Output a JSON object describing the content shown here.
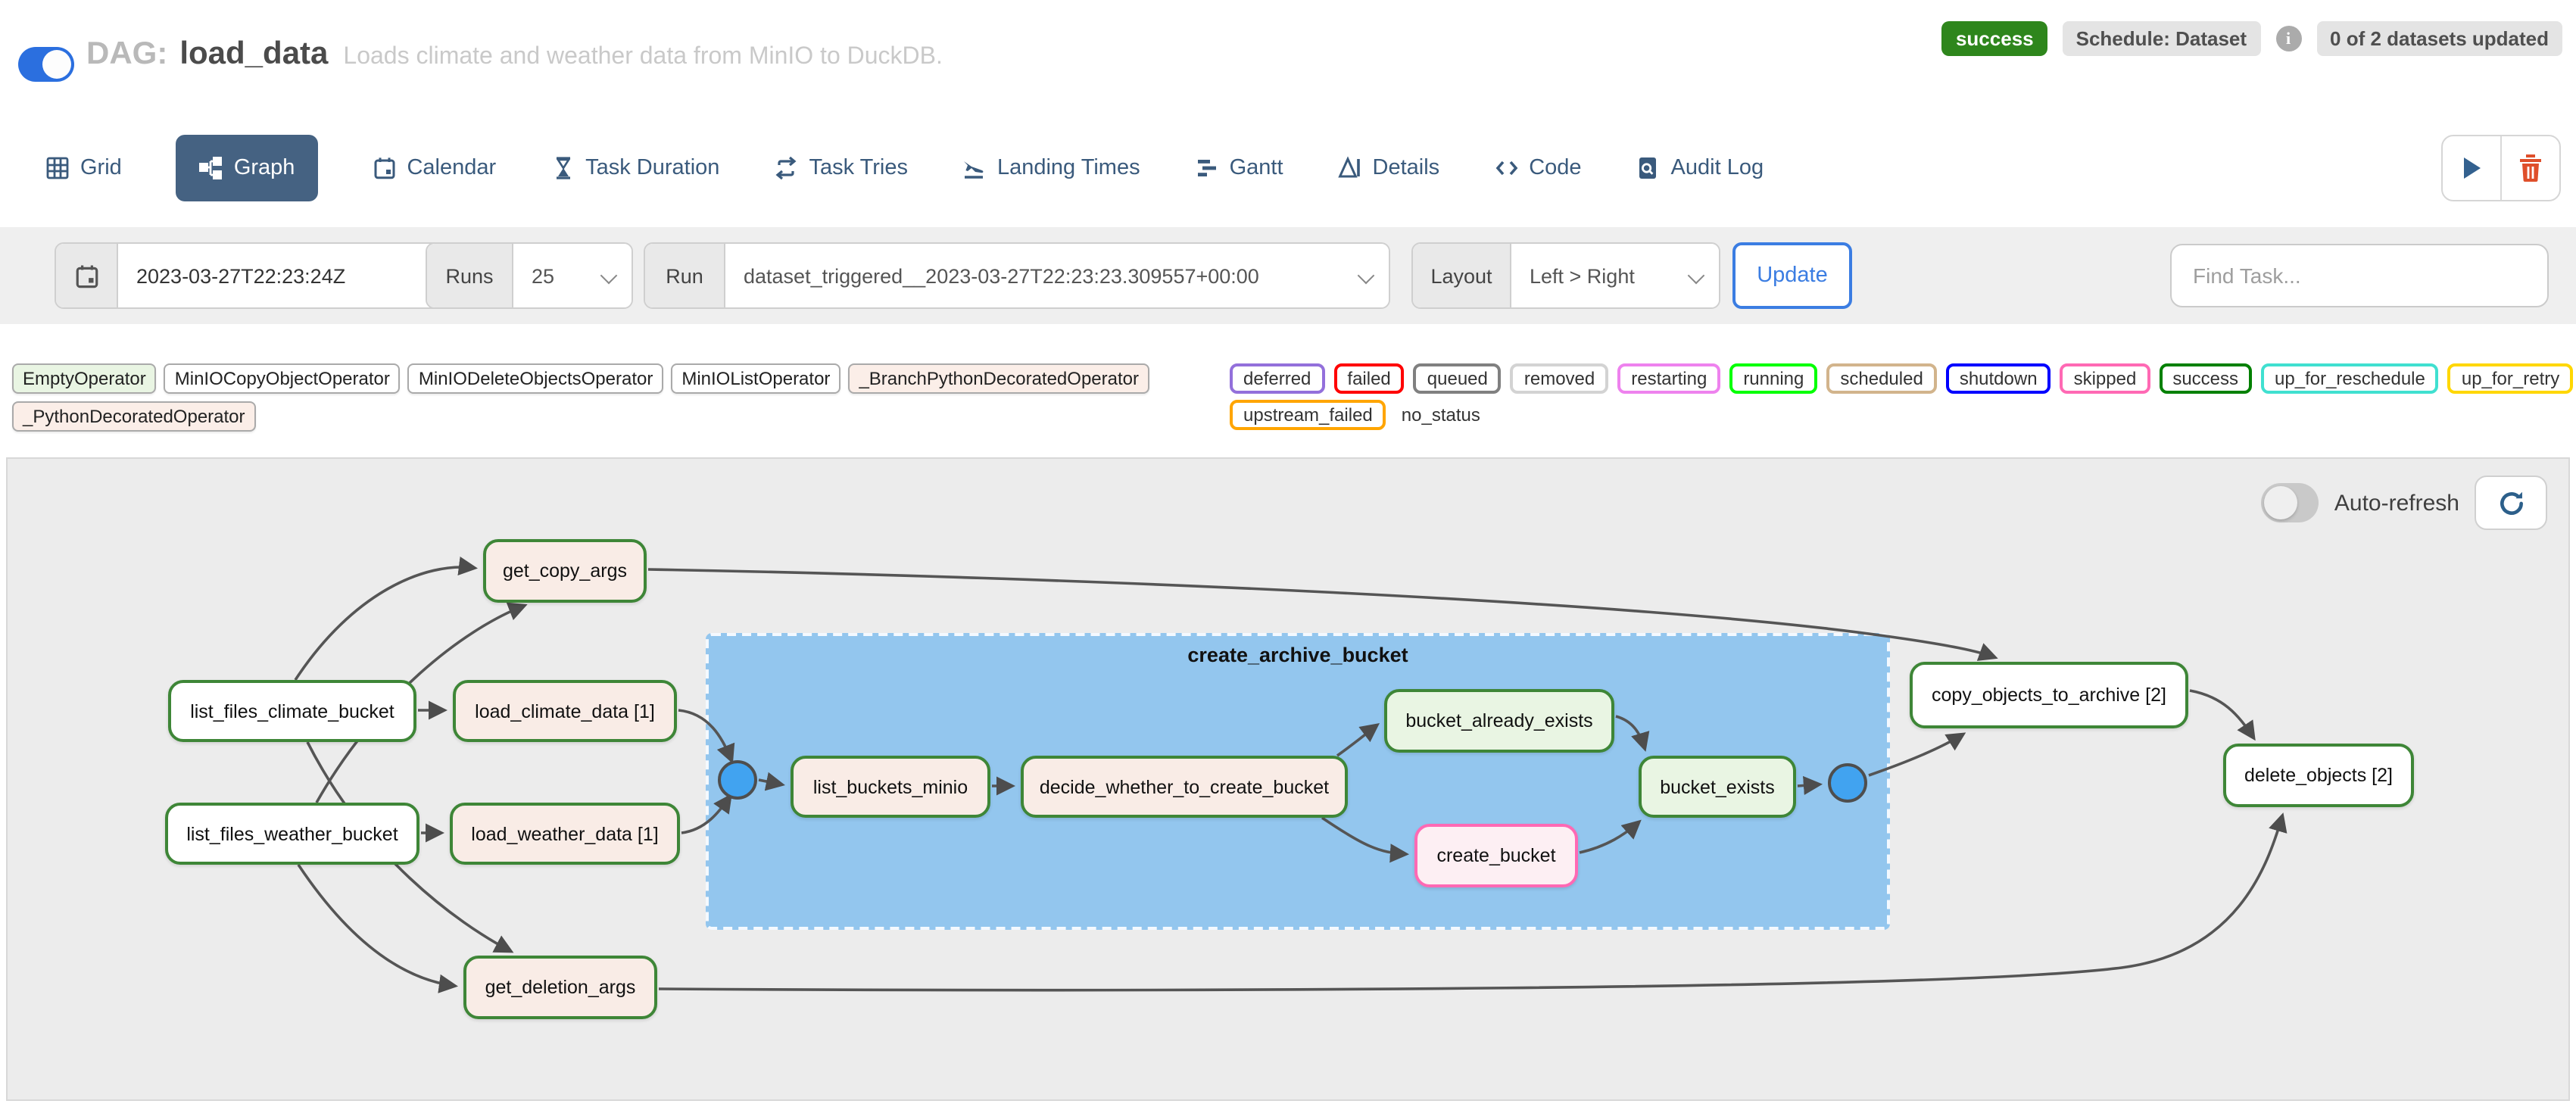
{
  "header": {
    "dag_prefix": "DAG:",
    "dag_id": "load_data",
    "description": "Loads climate and weather data from MinIO to DuckDB.",
    "status_badge": "success",
    "schedule_badge": "Schedule: Dataset",
    "datasets_badge": "0 of 2 datasets updated",
    "status_color": "#2e861c"
  },
  "tabs": [
    {
      "id": "grid",
      "label": "Grid",
      "icon": "grid-icon",
      "active": false
    },
    {
      "id": "graph",
      "label": "Graph",
      "icon": "graph-icon",
      "active": true
    },
    {
      "id": "calendar",
      "label": "Calendar",
      "icon": "calendar-icon",
      "active": false
    },
    {
      "id": "task-duration",
      "label": "Task Duration",
      "icon": "hourglass-icon",
      "active": false
    },
    {
      "id": "task-tries",
      "label": "Task Tries",
      "icon": "repeat-icon",
      "active": false
    },
    {
      "id": "landing-times",
      "label": "Landing Times",
      "icon": "landing-icon",
      "active": false
    },
    {
      "id": "gantt",
      "label": "Gantt",
      "icon": "gantt-icon",
      "active": false
    },
    {
      "id": "details",
      "label": "Details",
      "icon": "details-icon",
      "active": false
    },
    {
      "id": "code",
      "label": "Code",
      "icon": "code-icon",
      "active": false
    },
    {
      "id": "audit-log",
      "label": "Audit Log",
      "icon": "audit-icon",
      "active": false
    }
  ],
  "filters": {
    "date_value": "2023-03-27T22:23:24Z",
    "runs_label": "Runs",
    "runs_value": "25",
    "run_label": "Run",
    "run_value": "dataset_triggered__2023-03-27T22:23:23.309557+00:00",
    "layout_label": "Layout",
    "layout_value": "Left > Right",
    "update_label": "Update",
    "find_placeholder": "Find Task..."
  },
  "legend": {
    "operators": [
      {
        "label": "EmptyOperator",
        "fill": "empty"
      },
      {
        "label": "MinIOCopyObjectOperator",
        "fill": "plain"
      },
      {
        "label": "MinIODeleteObjectsOperator",
        "fill": "plain"
      },
      {
        "label": "MinIOListOperator",
        "fill": "plain"
      },
      {
        "label": "_BranchPythonDecoratedOperator",
        "fill": "python"
      },
      {
        "label": "_PythonDecoratedOperator",
        "fill": "python"
      }
    ],
    "statuses": [
      {
        "label": "deferred",
        "color": "#9370db"
      },
      {
        "label": "failed",
        "color": "#ff0000"
      },
      {
        "label": "queued",
        "color": "#808080"
      },
      {
        "label": "removed",
        "color": "#d3d3d3"
      },
      {
        "label": "restarting",
        "color": "#ee82ee"
      },
      {
        "label": "running",
        "color": "#00ff00"
      },
      {
        "label": "scheduled",
        "color": "#d2b48c"
      },
      {
        "label": "shutdown",
        "color": "#0000ff"
      },
      {
        "label": "skipped",
        "color": "#ff69b4"
      },
      {
        "label": "success",
        "color": "#008000"
      },
      {
        "label": "up_for_reschedule",
        "color": "#40e0d0"
      },
      {
        "label": "up_for_retry",
        "color": "#ffd700"
      },
      {
        "label": "upstream_failed",
        "color": "#ffa500"
      },
      {
        "label": "no_status",
        "color": "none"
      }
    ]
  },
  "graph": {
    "auto_refresh_label": "Auto-refresh",
    "group": {
      "id": "create_archive_bucket",
      "label": "create_archive_bucket",
      "fill": "#93c6ee"
    },
    "nodes": [
      {
        "id": "get_copy_args",
        "label": "get_copy_args",
        "kind": "python"
      },
      {
        "id": "list_files_climate_bucket",
        "label": "list_files_climate_bucket",
        "kind": "plain"
      },
      {
        "id": "load_climate_data",
        "label": "load_climate_data [1]",
        "kind": "python"
      },
      {
        "id": "list_files_weather_bucket",
        "label": "list_files_weather_bucket",
        "kind": "plain"
      },
      {
        "id": "load_weather_data",
        "label": "load_weather_data [1]",
        "kind": "python"
      },
      {
        "id": "get_deletion_args",
        "label": "get_deletion_args",
        "kind": "python"
      },
      {
        "id": "join_left",
        "label": "",
        "kind": "join"
      },
      {
        "id": "list_buckets_minio",
        "label": "list_buckets_minio",
        "kind": "python"
      },
      {
        "id": "decide_whether_to_create_bucket",
        "label": "decide_whether_to_create_bucket",
        "kind": "python"
      },
      {
        "id": "bucket_already_exists",
        "label": "bucket_already_exists",
        "kind": "empty"
      },
      {
        "id": "create_bucket",
        "label": "create_bucket",
        "kind": "skipped"
      },
      {
        "id": "bucket_exists",
        "label": "bucket_exists",
        "kind": "empty"
      },
      {
        "id": "join_right",
        "label": "",
        "kind": "join"
      },
      {
        "id": "copy_objects_to_archive",
        "label": "copy_objects_to_archive [2]",
        "kind": "plain"
      },
      {
        "id": "delete_objects",
        "label": "delete_objects [2]",
        "kind": "plain"
      }
    ],
    "edges": [
      {
        "from": "list_files_climate_bucket",
        "to": "get_copy_args"
      },
      {
        "from": "list_files_weather_bucket",
        "to": "get_copy_args"
      },
      {
        "from": "list_files_climate_bucket",
        "to": "get_deletion_args"
      },
      {
        "from": "list_files_weather_bucket",
        "to": "get_deletion_args"
      },
      {
        "from": "list_files_climate_bucket",
        "to": "load_climate_data"
      },
      {
        "from": "list_files_weather_bucket",
        "to": "load_weather_data"
      },
      {
        "from": "load_climate_data",
        "to": "join_left"
      },
      {
        "from": "load_weather_data",
        "to": "join_left"
      },
      {
        "from": "join_left",
        "to": "list_buckets_minio"
      },
      {
        "from": "list_buckets_minio",
        "to": "decide_whether_to_create_bucket"
      },
      {
        "from": "decide_whether_to_create_bucket",
        "to": "bucket_already_exists"
      },
      {
        "from": "decide_whether_to_create_bucket",
        "to": "create_bucket"
      },
      {
        "from": "bucket_already_exists",
        "to": "bucket_exists"
      },
      {
        "from": "create_bucket",
        "to": "bucket_exists"
      },
      {
        "from": "bucket_exists",
        "to": "join_right"
      },
      {
        "from": "join_right",
        "to": "copy_objects_to_archive"
      },
      {
        "from": "get_copy_args",
        "to": "copy_objects_to_archive"
      },
      {
        "from": "copy_objects_to_archive",
        "to": "delete_objects"
      },
      {
        "from": "get_deletion_args",
        "to": "delete_objects"
      }
    ]
  }
}
